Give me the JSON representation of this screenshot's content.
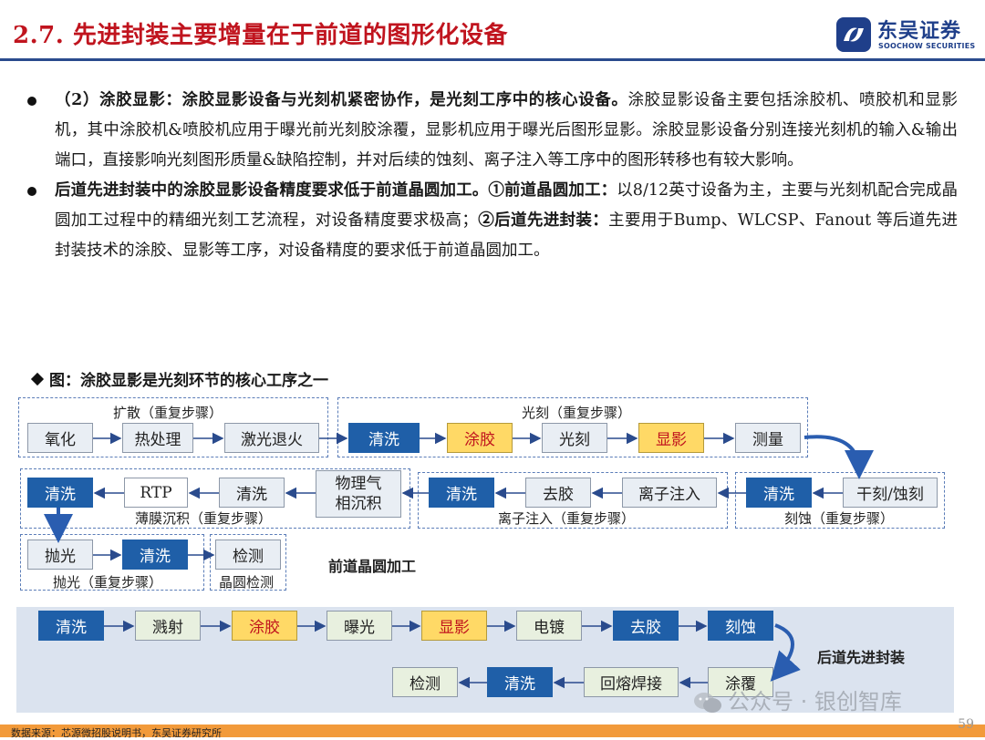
{
  "header": {
    "title": "2.7. 先进封装主要增量在于前道的图形化设备",
    "logo_cn": "东吴证券",
    "logo_en": "SOOCHOW SECURITIES"
  },
  "bullets": [
    {
      "lead": "（2）涂胶显影：涂胶显影设备与光刻机紧密协作，是光刻工序中的核心设备。",
      "text": "涂胶显影设备主要包括涂胶机、喷胶机和显影机，其中涂胶机&喷胶机应用于曝光前光刻胶涂覆，显影机应用于曝光后图形显影。涂胶显影设备分别连接光刻机的输入&输出端口，直接影响光刻图形质量&缺陷控制，并对后续的蚀刻、离子注入等工序中的图形转移也有较大影响。"
    },
    {
      "lead": "后道先进封装中的涂胶显影设备精度要求低于前道晶圆加工。①前道晶圆加工：",
      "text1": "以8/12英寸设备为主，主要与光刻机配合完成晶圆加工过程中的精细光刻工艺流程，对设备精度要求极高；",
      "lead2": "②后道先进封装：",
      "text2": "主要用于Bump、WLCSP、Fanout 等后道先进封装技术的涂胶、显影等工序，对设备精度的要求低于前道晶圆加工。"
    }
  ],
  "figure": {
    "caption": "图：涂胶显影是光刻环节的核心工序之一",
    "front": {
      "groups": {
        "diffusion": "扩散（重复步骤）",
        "litho": "光刻（重复步骤）",
        "film": "薄膜沉积（重复步骤）",
        "implant": "离子注入（重复步骤）",
        "etch": "刻蚀（重复步骤）",
        "polish": "抛光（重复步骤）",
        "inspect": "晶圆检测"
      },
      "row1": [
        "氧化",
        "热处理",
        "激光退火",
        "清洗",
        "涂胶",
        "光刻",
        "显影",
        "测量"
      ],
      "row2": [
        "清洗",
        "RTP",
        "清洗",
        "物理气",
        "相沉积",
        "清洗",
        "去胶",
        "离子注入",
        "清洗",
        "干刻/蚀刻"
      ],
      "row3": [
        "抛光",
        "清洗",
        "检测"
      ],
      "label": "前道晶圆加工"
    },
    "back": {
      "row1": [
        "清洗",
        "溅射",
        "涂胶",
        "曝光",
        "显影",
        "电镀",
        "去胶",
        "刻蚀"
      ],
      "row2": [
        "检测",
        "清洗",
        "回熔焊接",
        "涂覆"
      ],
      "label": "后道先进封装"
    }
  },
  "footer": {
    "source": "数据来源：芯源微招股说明书，东吴证券研究所",
    "page": "59",
    "watermark": "公众号 · 银创智库"
  }
}
